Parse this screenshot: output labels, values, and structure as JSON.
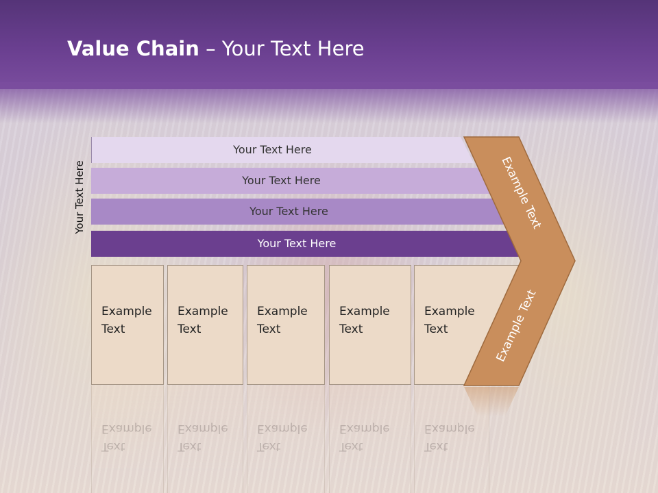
{
  "title": {
    "bold": "Value Chain",
    "rest": " – Your Text Here"
  },
  "side_label": "Your Text Here",
  "bands": [
    "Your Text Here",
    "Your Text Here",
    "Your Text Here",
    "Your Text Here"
  ],
  "boxes": [
    {
      "line1": "Example",
      "line2": "Text"
    },
    {
      "line1": "Example",
      "line2": "Text"
    },
    {
      "line1": "Example",
      "line2": "Text"
    },
    {
      "line1": "Example",
      "line2": "Text"
    },
    {
      "line1": "Example",
      "line2": "Text"
    }
  ],
  "arrow": {
    "upper_text": "Example Text",
    "lower_text": "Example Text"
  },
  "colors": {
    "header": "#6a3f90",
    "band_1": "#e4d8ee",
    "band_2": "#c6acd9",
    "band_3": "#a889c6",
    "band_4": "#6b3f8f",
    "box": "#ecdac8",
    "arrow": "#c98e5c"
  }
}
